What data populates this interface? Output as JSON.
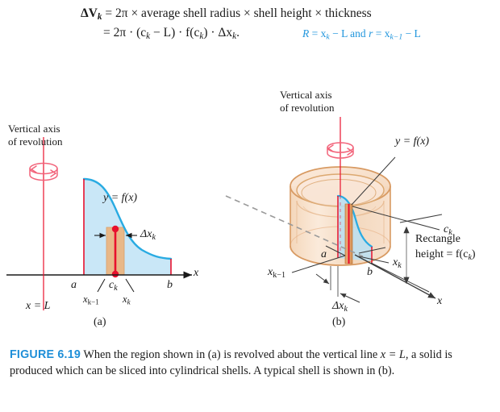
{
  "equation": {
    "line1": {
      "lhs": "ΔV",
      "lhs_sub": "k",
      "rest": " = 2π × average shell radius × shell height × thickness"
    },
    "line2": {
      "text": "= 2π · (c",
      "sub1": "k",
      "text2": " − L) · f(c",
      "sub2": "k",
      "text3": ") · Δx",
      "sub3": "k",
      "text4": "."
    },
    "note": {
      "r_cap": "R",
      "eq1": " = x",
      "sub1": "k",
      "mid": " − L and ",
      "r_low": "r",
      "eq2": " = x",
      "sub2": "k−1",
      "end": " − L"
    }
  },
  "panel_a": {
    "letter": "(a)",
    "axis_title_line1": "Vertical axis",
    "axis_title_line2": "of revolution",
    "curve_label": "y = f(x)",
    "curve_label_plain": "y = f(x)",
    "delta_label": "Δx",
    "delta_sub": "k",
    "x_axis_label": "x",
    "tick_a": "a",
    "tick_b": "b",
    "tick_ck": "c",
    "tick_ck_sub": "k",
    "tick_xk1": "x",
    "tick_xk1_sub": "k−1",
    "tick_xk": "x",
    "tick_xk_sub": "k",
    "line_label": "x = L",
    "rotation_icon": "rotation-arrow-icon"
  },
  "panel_b": {
    "letter": "(b)",
    "axis_title_line1": "Vertical axis",
    "axis_title_line2": "of revolution",
    "curve_label": "y = f(x)",
    "label_a": "a",
    "label_b": "b",
    "label_ck": "c",
    "label_ck_sub": "k",
    "label_xk": "x",
    "label_xk_sub": "k",
    "label_xk1": "x",
    "label_xk1_sub": "k−1",
    "delta_label": "Δx",
    "delta_sub": "k",
    "rect_line1": "Rectangle",
    "rect_line2_a": "height = f(c",
    "rect_line2_sub": "k",
    "rect_line2_b": ")",
    "x_axis_label": "x",
    "rotation_icon": "rotation-arrow-icon"
  },
  "caption": {
    "figure_number": "FIGURE 6.19",
    "text_part1": "When the region shown in (a) is revolved about the vertical line ",
    "text_math": "x = L,",
    "text_part2": " a solid is produced which can be sliced into cylindrical shells. A typical shell is shown in (b)."
  },
  "colors": {
    "region_fill": "#c9e7f7",
    "curve_stroke": "#29abe2",
    "shell_fill": "#e8b888",
    "shell_stroke": "#c98a4b",
    "accent_red": "#e8112d",
    "cylinder_fill": "#f7dcc4",
    "cylinder_stroke": "#d89a62",
    "figure_blue": "#1f8fd8",
    "note_blue": "#2196dd",
    "leader_gray": "#3a3a3a",
    "dash_gray": "#9a9a9a"
  }
}
